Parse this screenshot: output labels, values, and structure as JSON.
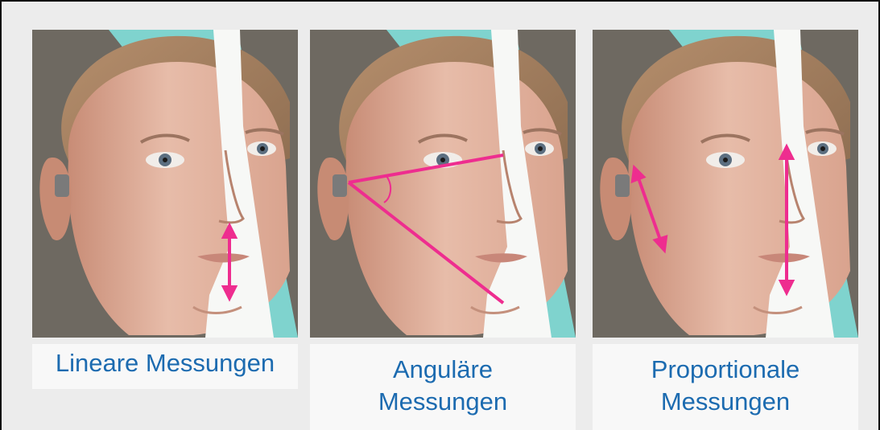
{
  "panels": [
    {
      "caption": "Lineare Messungen"
    },
    {
      "caption": "Anguläre\nMessungen"
    },
    {
      "caption": "Proportionale\nMessungen"
    }
  ],
  "colors": {
    "background": "#6e6961",
    "turquoise": "#7fd3ce",
    "skin": "#e2b29f",
    "measure_line": "#ee2d8f",
    "caption_text": "#1c6bb0"
  }
}
